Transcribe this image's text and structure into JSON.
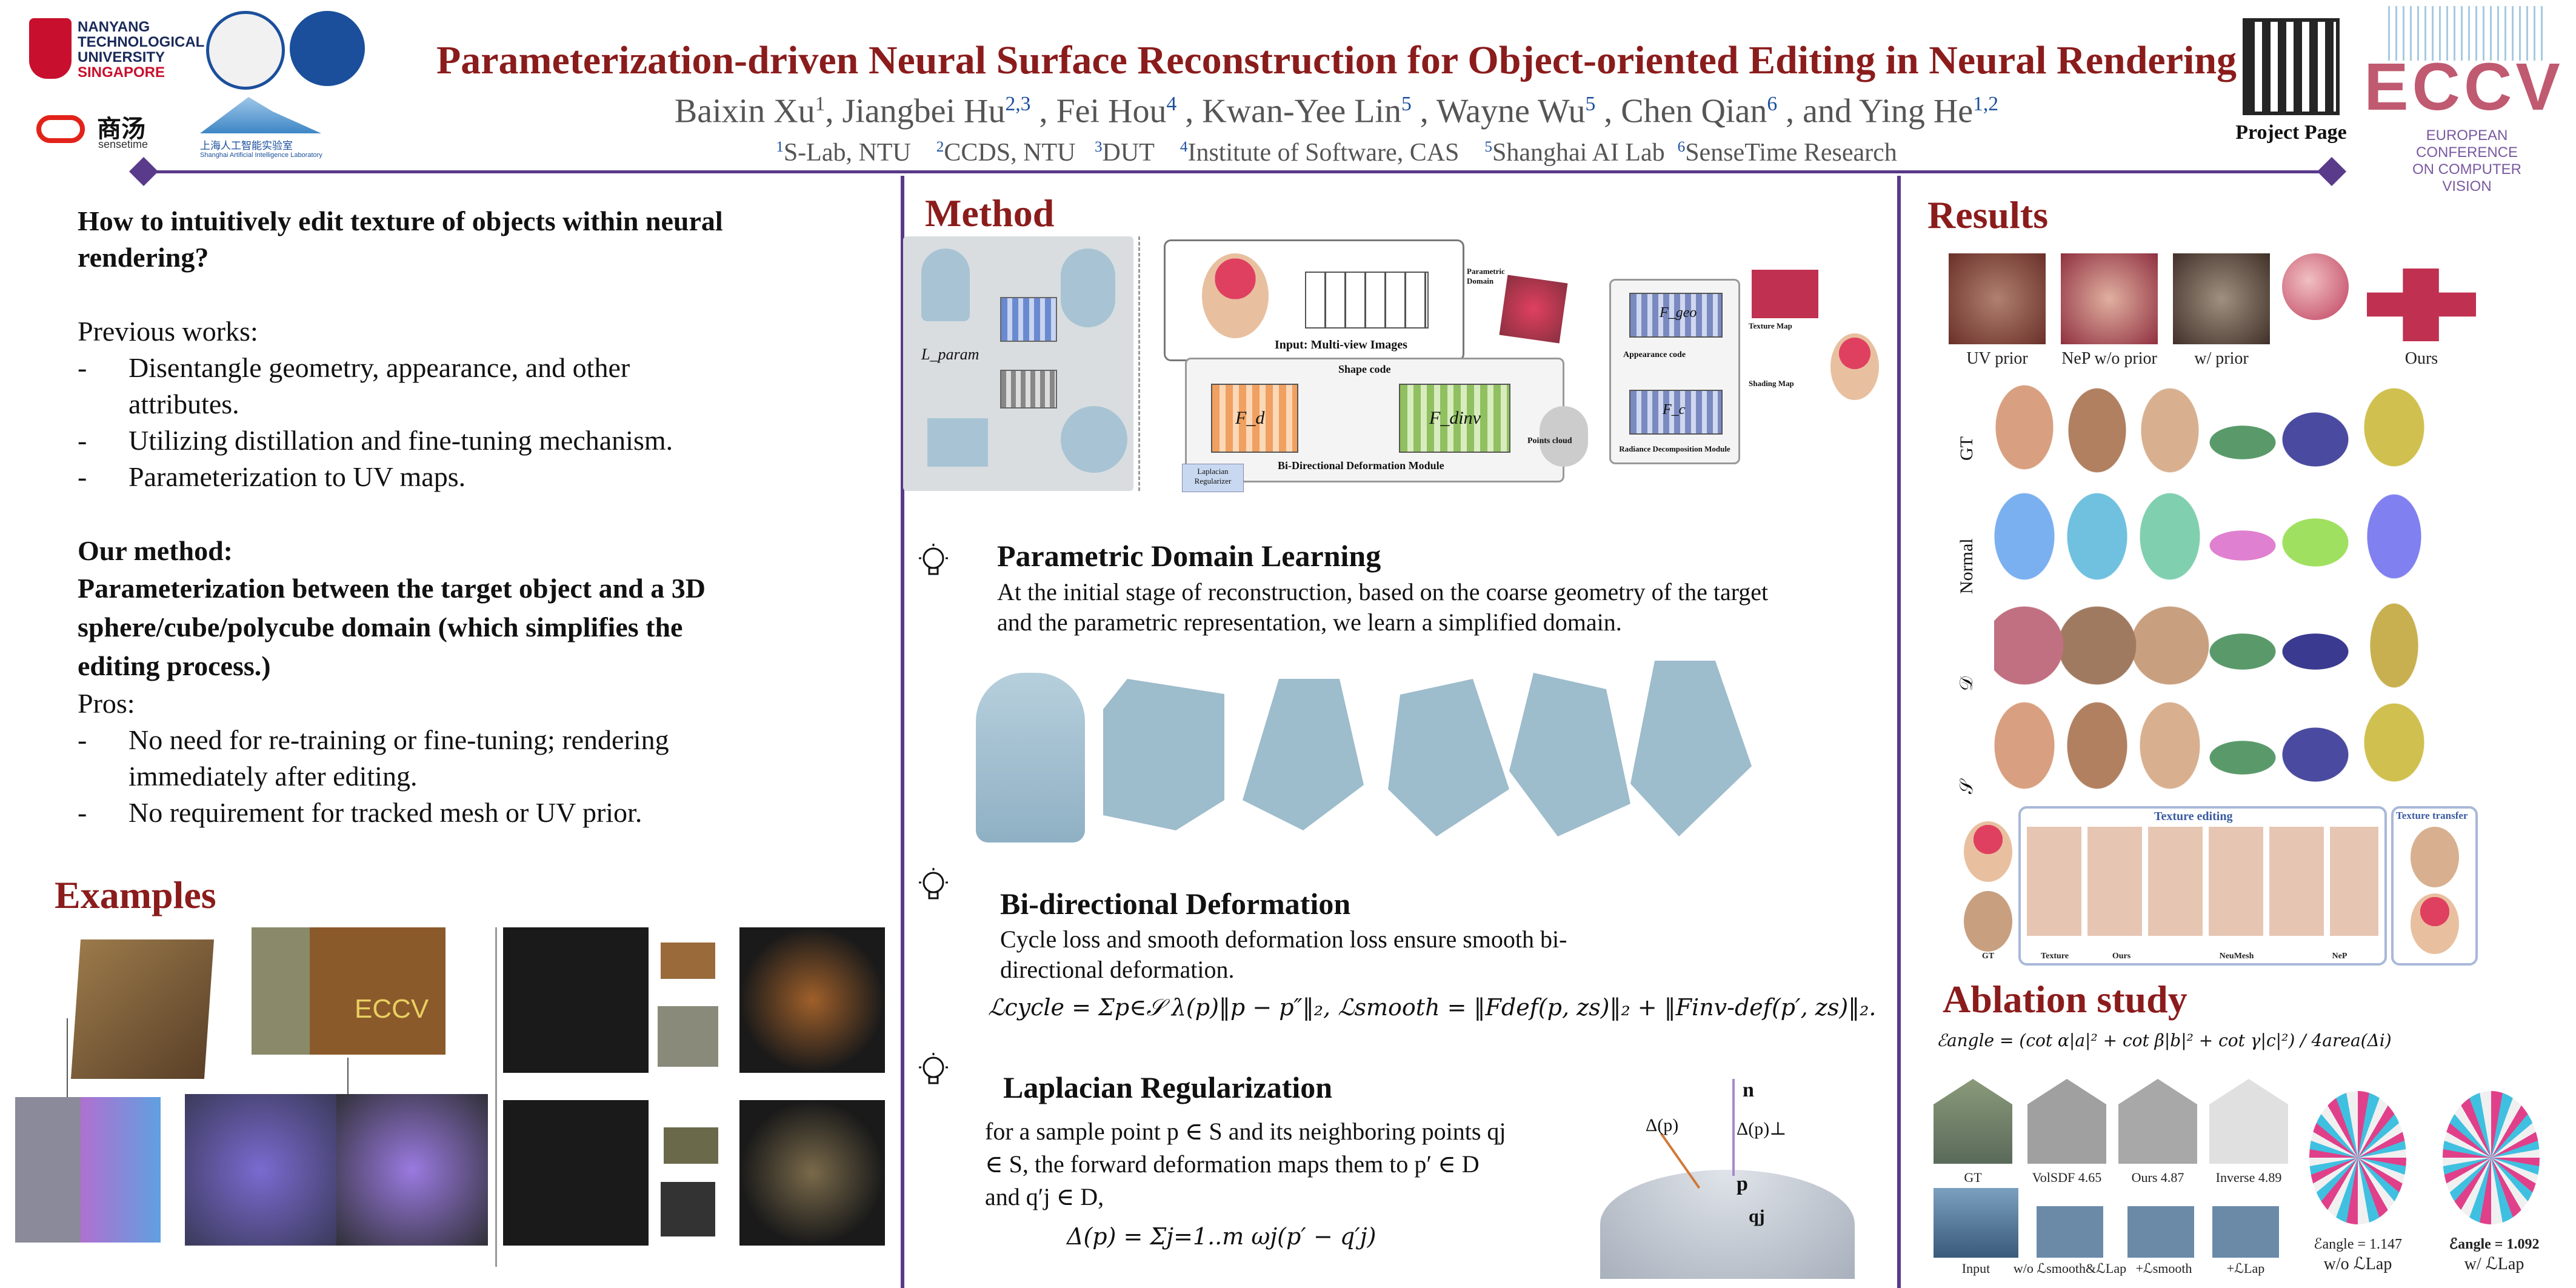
{
  "header": {
    "title": "Parameterization-driven Neural Surface Reconstruction for Object-oriented Editing in Neural Rendering",
    "authors": [
      {
        "name": "Baixin Xu",
        "sup": "1"
      },
      {
        "name": "Jiangbei Hu",
        "sup": "2,3"
      },
      {
        "name": "Fei Hou",
        "sup": "4"
      },
      {
        "name": "Kwan-Yee Lin",
        "sup": "5"
      },
      {
        "name": "Wayne Wu",
        "sup": "5"
      },
      {
        "name": "Chen Qian",
        "sup": "6"
      },
      {
        "name": "Ying He",
        "sup": "1,2"
      }
    ],
    "affiliations": [
      {
        "sup": "1",
        "text": "S-Lab, NTU"
      },
      {
        "sup": "2",
        "text": "CCDS, NTU"
      },
      {
        "sup": "3",
        "text": "DUT"
      },
      {
        "sup": "4",
        "text": "Institute of Software, CAS"
      },
      {
        "sup": "5",
        "text": "Shanghai AI Lab"
      },
      {
        "sup": "6",
        "text": "SenseTime Research"
      }
    ],
    "logos": {
      "ntu_line1": "NANYANG",
      "ntu_line2": "TECHNOLOGICAL",
      "ntu_line3": "UNIVERSITY",
      "ntu_line4": "SINGAPORE",
      "sensetime": "商汤",
      "sensetime_en": "sensetime",
      "shlab_cn": "上海人工智能实验室",
      "shlab_en": "Shanghai Artificial Intelligence Laboratory",
      "eccv": "ECCV",
      "eccv_sub": "EUROPEAN CONFERENCE ON COMPUTER VISION"
    },
    "project_page": "Project Page"
  },
  "left": {
    "question": "How to intuitively edit texture of objects within neural rendering?",
    "previous_heading": "Previous works:",
    "previous_items": [
      "Disentangle geometry, appearance, and other attributes.",
      "Utilizing distillation and fine-tuning mechanism.",
      "Parameterization to UV maps."
    ],
    "method_heading": "Our method:",
    "method_text": "Parameterization between the target object and a 3D sphere/cube/polycube domain (which simplifies the editing process.)",
    "pros_heading": "Pros:",
    "pros_items": [
      "No need for re-training or fine-tuning; rendering immediately after editing.",
      "No requirement for tracked mesh or UV prior."
    ],
    "examples_title": "Examples",
    "eccv_tag": "ECCV"
  },
  "middle": {
    "method_title": "Method",
    "diagram_labels": {
      "input": "Input: Multi-view Images",
      "shape_code": "Shape code",
      "appearance_code": "Appearance code",
      "bidir": "Bi-Directional Deformation Module",
      "radiance": "Radiance Decomposition Module",
      "laplacian": "Laplacian Regularizer",
      "param_domain": "Parametric Domain",
      "points_cloud": "Points cloud",
      "texture_map": "Texture Map",
      "shading_map": "Shading Map",
      "fd": "F_d",
      "finv": "F_dinv",
      "fgeo": "F_geo",
      "fc": "F_c",
      "lparam": "L_param"
    },
    "pdl_title": "Parametric Domain Learning",
    "pdl_text": "At the initial stage of reconstruction, based on the coarse geometry of the target and the parametric representation, we learn a simplified domain.",
    "bd_title": "Bi-directional Deformation",
    "bd_text": "Cycle loss and smooth deformation loss ensure smooth bi-directional deformation.",
    "bd_formula": "ℒcycle = Σp∈𝒮 λ(p)‖p − p″‖₂,    ℒsmooth = ‖Fdef(p, zs)‖₂ + ‖Finv-def(p′, zs)‖₂.",
    "lr_title": "Laplacian Regularization",
    "lr_text": "for a sample point p ∈ S and its neighboring points qj ∈ S, the forward deformation maps them to p′ ∈ D and q′j ∈ D,",
    "lr_formula": "Δ(p) = Σj=1..m ωj(p′ − q′j)",
    "lr_fig": {
      "n": "n",
      "delta": "Δ(p)",
      "delta_perp": "Δ(p)⊥",
      "p": "p",
      "q": "qj"
    }
  },
  "right": {
    "results_title": "Results",
    "top_captions": [
      "UV prior",
      "NeP w/o prior",
      "w/ prior",
      "Ours"
    ],
    "row_labels": [
      "GT",
      "Normal",
      "𝒟",
      "𝒮"
    ],
    "edit_labels": {
      "texture_editing": "Texture editing",
      "texture_transfer": "Texture transfer"
    },
    "edit_captions": [
      "GT",
      "Texture",
      "Ours",
      "NeuMesh",
      "NeP"
    ],
    "ablation_title": "Ablation study",
    "angle_formula": "ℰangle = (cot α|a|² + cot β|b|² + cot γ|c|²) / 4area(Δi)",
    "ablation_top": [
      "GT",
      "VolSDF 4.65",
      "Ours 4.87",
      "Inverse 4.89"
    ],
    "ablation_bottom": [
      "Input",
      "w/o ℒsmooth&ℒLap",
      "+ℒsmooth",
      "+ℒLap"
    ],
    "ablation_right": [
      {
        "value": "ℰangle = 1.147",
        "label": "w/o ℒLap"
      },
      {
        "value": "ℰangle = 1.092",
        "label": "w/ ℒLap"
      }
    ]
  }
}
